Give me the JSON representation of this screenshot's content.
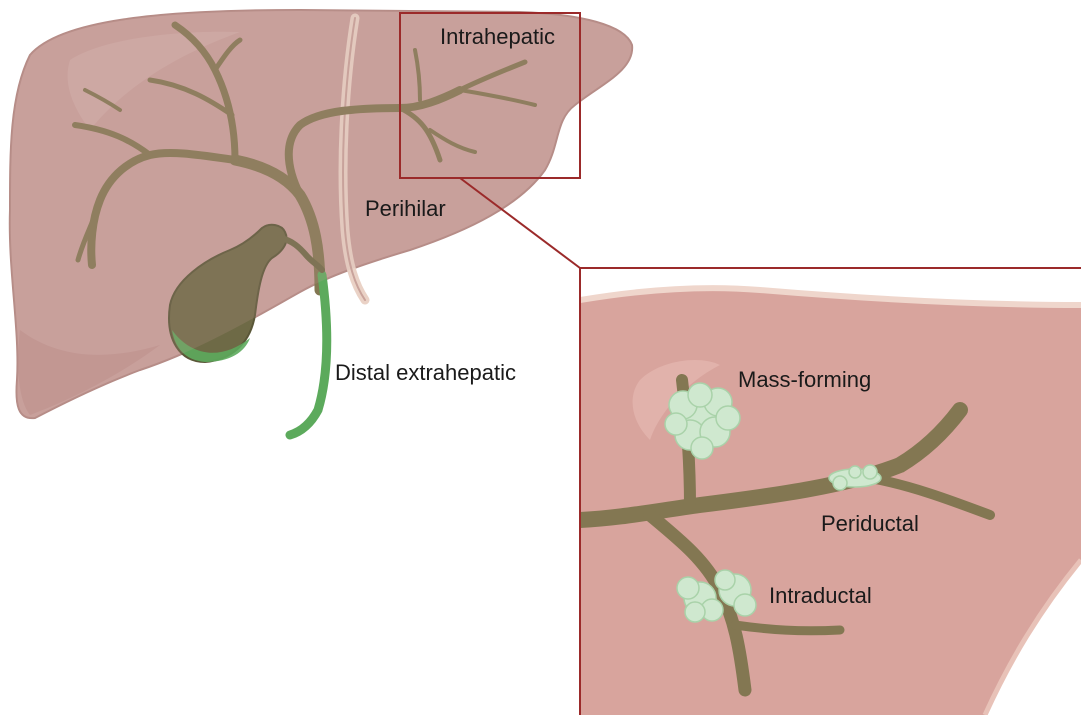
{
  "labels": {
    "intrahepatic": "Intrahepatic",
    "perihilar": "Perihilar",
    "distal_extrahepatic": "Distal extrahepatic",
    "mass_forming": "Mass-forming",
    "periductal": "Periductal",
    "intraductal": "Intraductal"
  },
  "colors": {
    "liver_fill": "#c9a09c",
    "liver_shade": "#b98d89",
    "zoom_liver_fill": "#d8a49d",
    "bile_duct": "#837752",
    "gallbladder": "#6e6a46",
    "green_duct": "#5caa5c",
    "tumor": "#cfe8cf",
    "callout_border": "#9b2a2a",
    "ligament": "#ead2c6"
  }
}
